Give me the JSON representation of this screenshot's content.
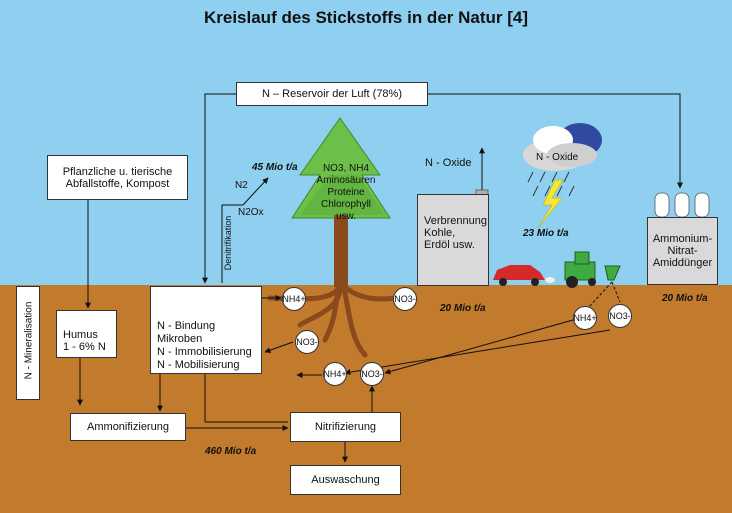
{
  "title": "Kreislauf des Stickstoffs in der Natur [4]",
  "reservoir": "N   – Reservoir der Luft (78%)",
  "waste": "Pflanzliche u. tierische\nAbfallstoffe, Kompost",
  "tree_label": "NO3, NH4\nAminosäuren\nProteine\nChlorophyll\nusw.",
  "n_oxide_up": "N - Oxide",
  "n_oxide_cloud": "N - Oxide",
  "combustion": "Verbrennung\nKohle,\nErdöl usw.",
  "fertilizer": "Ammonium-\nNitrat-\nAmiddünger",
  "humus": "Humus\n1 - 6% N",
  "binding": "N - Bindung\nMikroben\nN - Immobilisierung\nN - Mobilisierung",
  "mineral": "N - Mineralisation",
  "ammon": "Ammonifizierung",
  "nitrif": "Nitrifizierung",
  "washout": "Auswaschung",
  "denitr": "Denitrifikation",
  "n2": "N2",
  "n2o": "N2Ox",
  "rates": {
    "r45": "45 Mio t/a",
    "r23": "23 Mio t/a",
    "r20a": "20 Mio t/a",
    "r20b": "20 Mio t/a",
    "r460": "460 Mio t/a"
  },
  "ions": {
    "nh4": "NH4+",
    "no3": "NO3-"
  },
  "colors": {
    "sky": "#8fd0f0",
    "soil": "#c27a2c",
    "tree": "#6cc04a",
    "trunk": "#8a4a1c",
    "bolt": "#f5e633"
  }
}
